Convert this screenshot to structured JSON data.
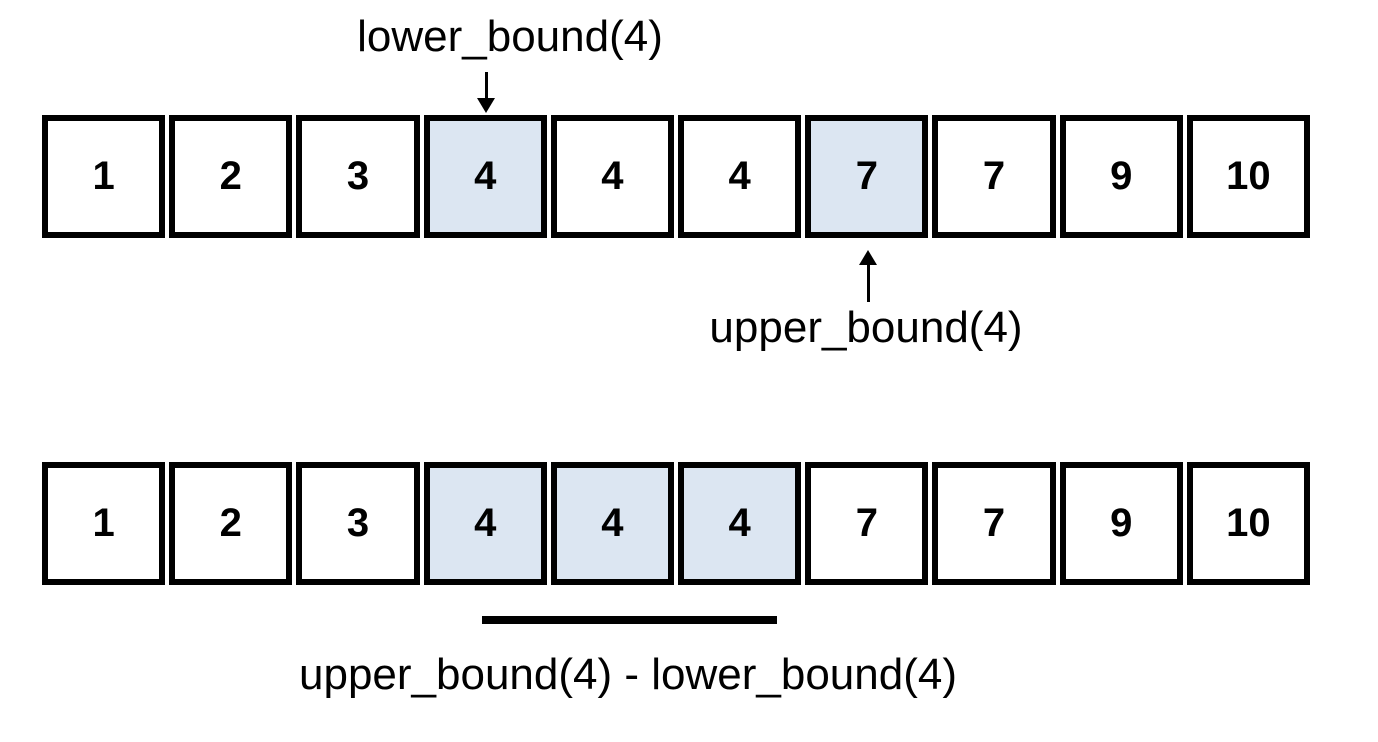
{
  "colors": {
    "highlight": "#dce6f2",
    "line": "#000000",
    "cell_background": "#ffffff"
  },
  "arrays": {
    "top": {
      "values": [
        "1",
        "2",
        "3",
        "4",
        "4",
        "4",
        "7",
        "7",
        "9",
        "10"
      ],
      "highlighted": [
        3,
        6
      ]
    },
    "bottom": {
      "values": [
        "1",
        "2",
        "3",
        "4",
        "4",
        "4",
        "7",
        "7",
        "9",
        "10"
      ],
      "highlighted": [
        3,
        4,
        5
      ]
    }
  },
  "labels": {
    "lower_bound": "lower_bound(4)",
    "upper_bound": "upper_bound(4)",
    "difference": "upper_bound(4) - lower_bound(4)"
  }
}
